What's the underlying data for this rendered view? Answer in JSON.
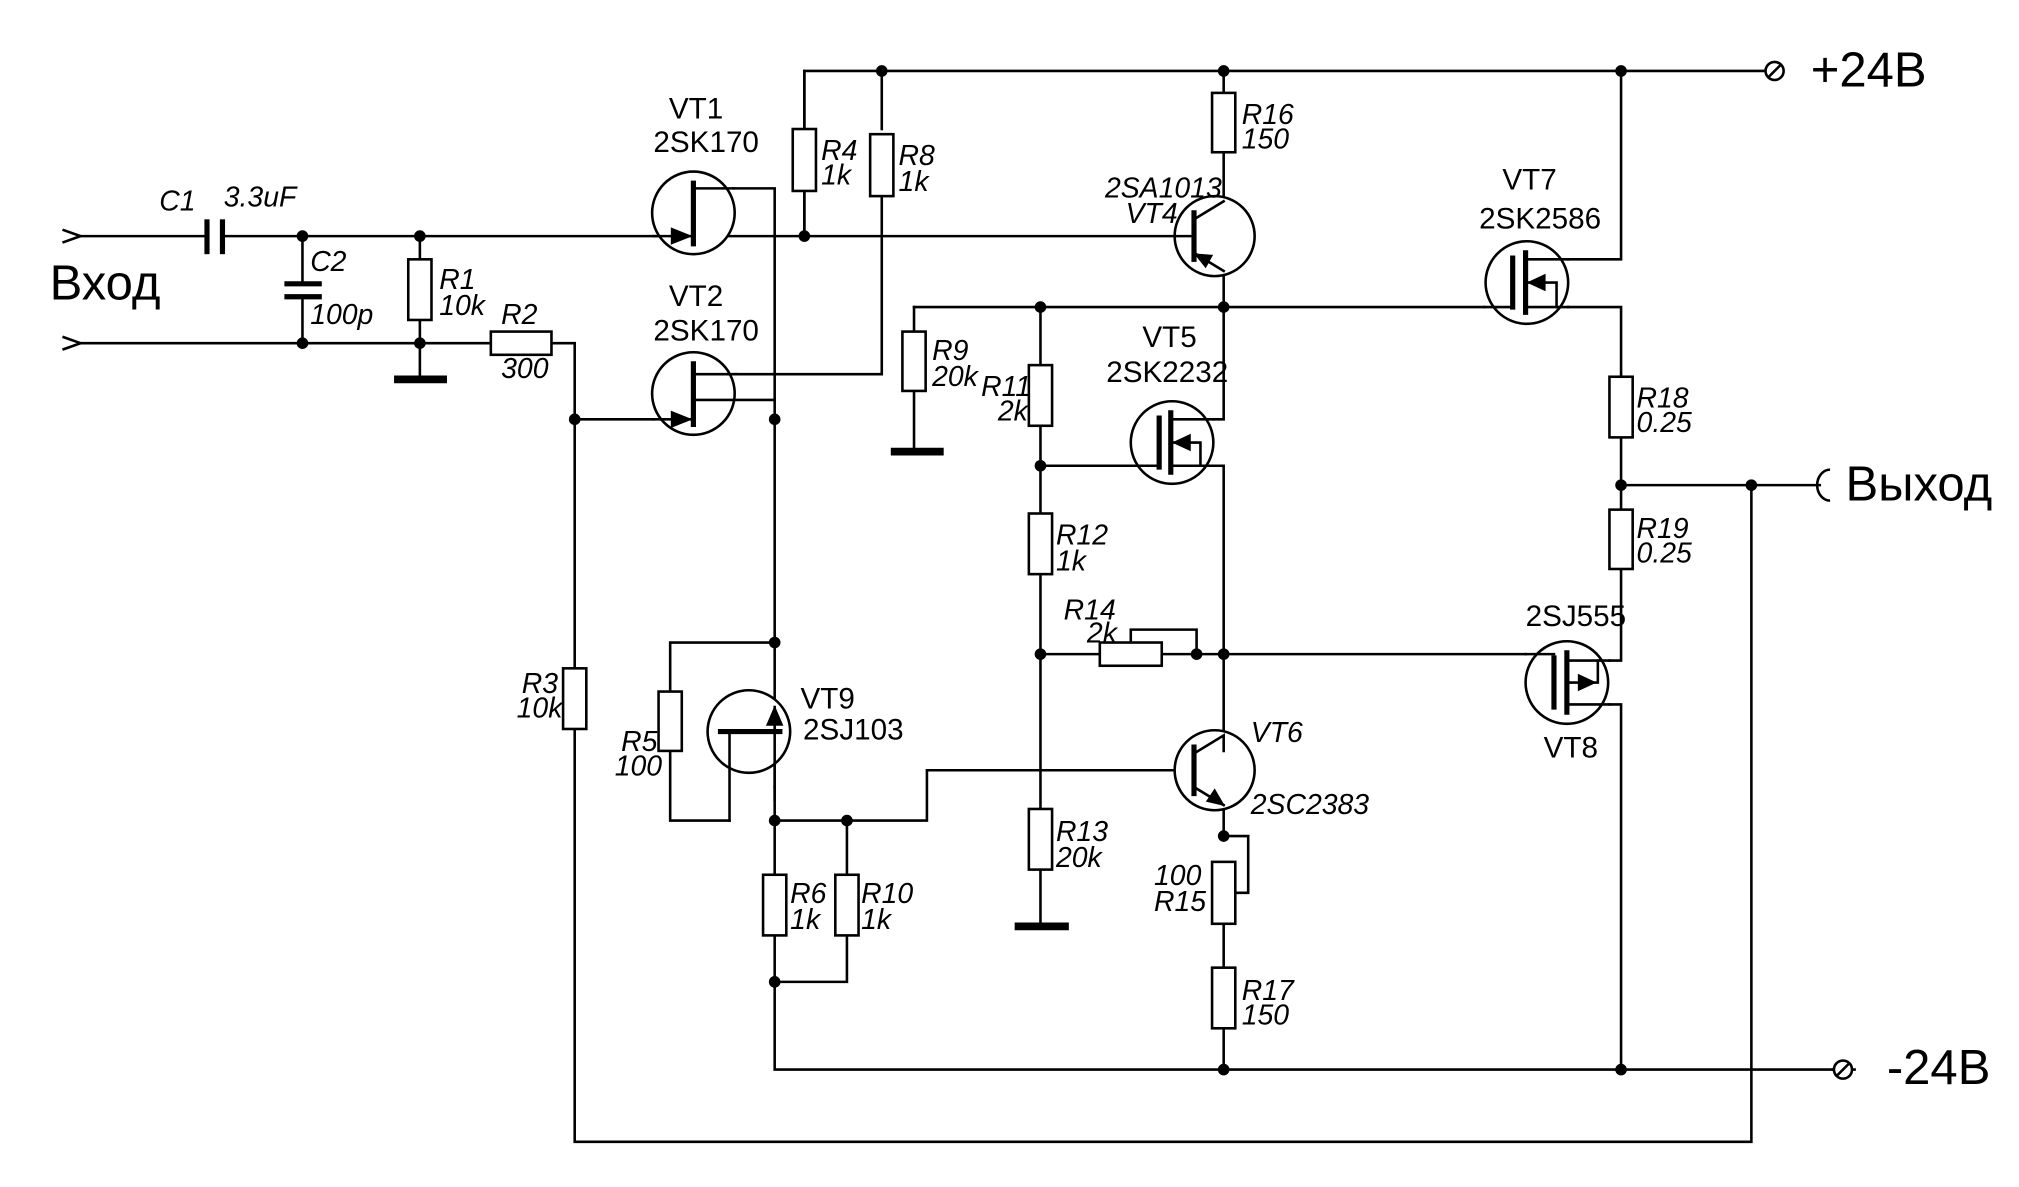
{
  "terminals": {
    "input": "Вход",
    "output": "Выход",
    "vplus": "+24В",
    "vminus": "-24В"
  },
  "components": {
    "C1": {
      "name": "C1",
      "value": "3.3uF"
    },
    "C2": {
      "name": "C2",
      "value": "100p"
    },
    "R1": {
      "name": "R1",
      "value": "10k"
    },
    "R2": {
      "name": "R2",
      "value": "300"
    },
    "R3": {
      "name": "R3",
      "value": "10k"
    },
    "R4": {
      "name": "R4",
      "value": "1k"
    },
    "R5": {
      "name": "R5",
      "value": "100"
    },
    "R6": {
      "name": "R6",
      "value": "1k"
    },
    "R8": {
      "name": "R8",
      "value": "1k"
    },
    "R9": {
      "name": "R9",
      "value": "20k"
    },
    "R10": {
      "name": "R10",
      "value": "1k"
    },
    "R11": {
      "name": "R11",
      "value": "2k"
    },
    "R12": {
      "name": "R12",
      "value": "1k"
    },
    "R13": {
      "name": "R13",
      "value": "20k"
    },
    "R14": {
      "name": "R14",
      "value": "2k"
    },
    "R15": {
      "name": "R15",
      "value": "100"
    },
    "R16": {
      "name": "R16",
      "value": "150"
    },
    "R17": {
      "name": "R17",
      "value": "150"
    },
    "R18": {
      "name": "R18",
      "value": "0.25"
    },
    "R19": {
      "name": "R19",
      "value": "0.25"
    }
  },
  "transistors": {
    "VT1": {
      "name": "VT1",
      "part": "2SK170"
    },
    "VT2": {
      "name": "VT2",
      "part": "2SK170"
    },
    "VT4": {
      "name": "VT4",
      "part": "2SA1013"
    },
    "VT5": {
      "name": "VT5",
      "part": "2SK2232"
    },
    "VT6": {
      "name": "VT6",
      "part": "2SC2383"
    },
    "VT7": {
      "name": "VT7",
      "part": "2SK2586"
    },
    "VT8": {
      "name": "VT8",
      "part": "2SJ555"
    },
    "VT9": {
      "name": "VT9",
      "part": "2SJ103"
    }
  }
}
